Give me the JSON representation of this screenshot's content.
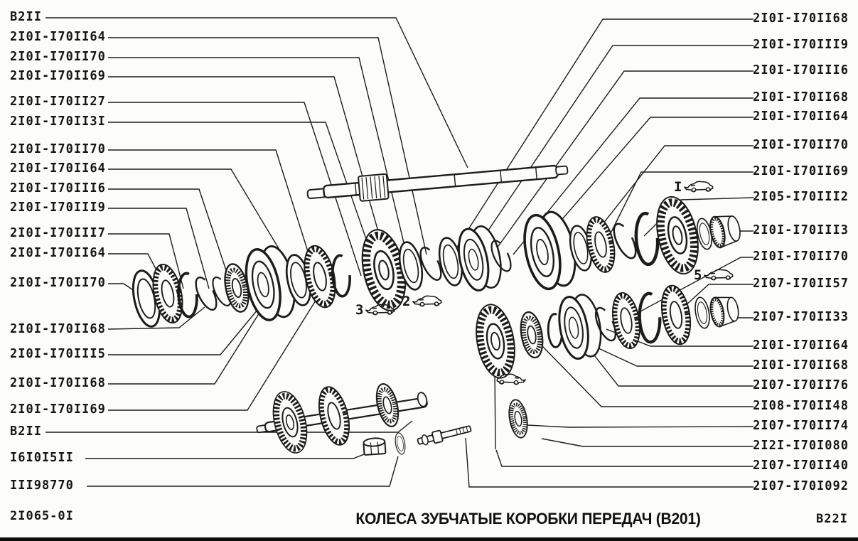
{
  "page": {
    "caption": "КОЛЕСА ЗУБЧАТЫЕ КОРОБКИ ПЕРЕДАЧ (В201)",
    "sheet_code_left": "2I065-0I",
    "sheet_code_right": "B22I"
  },
  "labels": {
    "left": [
      "B2II",
      "2I0I-I70II64",
      "2I0I-I70II70",
      "2I0I-I70II69",
      "2I0I-I70II27",
      "2I0I-I70II3I",
      "2I0I-I70II70",
      "2I0I-I70II64",
      "2I0I-I70III6",
      "2I0I-I70III9",
      "2I0I-I70III7",
      "2I0I-I70II64",
      "2I0I-I70II70",
      "2I0I-I70II68",
      "2I0I-I70III5",
      "2I0I-I70II68",
      "2I0I-I70II69",
      "B2II",
      "I6I0I5II",
      "III98770"
    ],
    "right": [
      "2I0I-I70II68",
      "2I0I-I70III9",
      "2I0I-I70III6",
      "2I0I-I70II68",
      "2I0I-I70II64",
      "2I0I-I70II70",
      "2I0I-I70II69",
      "2I05-I70III2",
      "2I0I-I70III3",
      "2I0I-I70II70",
      "2I07-I70II57",
      "2I07-I70II33",
      "2I0I-I70II64",
      "2I0I-I70II68",
      "2I07-I70II76",
      "2I08-I70II48",
      "2I07-I70II74",
      "2I2I-I70I080",
      "2I07-I70II40",
      "2I07-I70I092"
    ]
  },
  "variant_markers": [
    "3",
    "2",
    "I",
    "5"
  ],
  "colors": {
    "ink": "#1c1c1c",
    "paper": "#fcfcfa"
  }
}
